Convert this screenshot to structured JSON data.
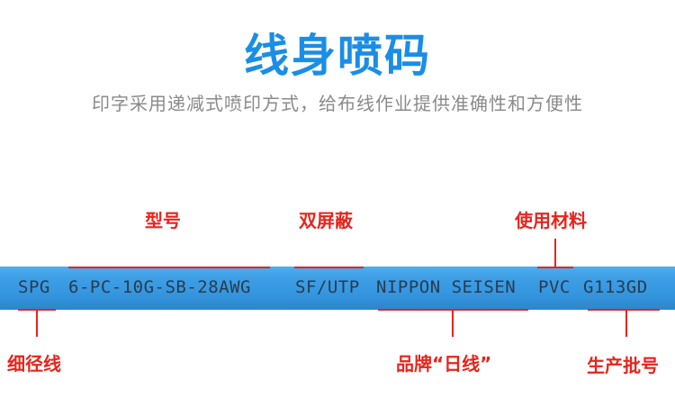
{
  "title": "线身喷码",
  "subtitle": "印字采用递减式喷印方式，给布线作业提供准确性和方便性",
  "cable_print": {
    "brand_code": "SPG",
    "model": "6-PC-10G-SB-28AWG",
    "shield": "SF/UTP",
    "maker": "NIPPON SEISEN",
    "material": "PVC",
    "batch": "G113GD"
  },
  "labels": {
    "model": "型号",
    "shield": "双屏蔽",
    "material": "使用材料",
    "gauge": "细径线",
    "brand": "品牌“日线”",
    "batch": "生产批号"
  },
  "colors": {
    "title": "#1a8ee6",
    "subtitle": "#8a8a8a",
    "label": "#e8241c",
    "cable": "#3597e0",
    "print": "#2b3a4e"
  }
}
